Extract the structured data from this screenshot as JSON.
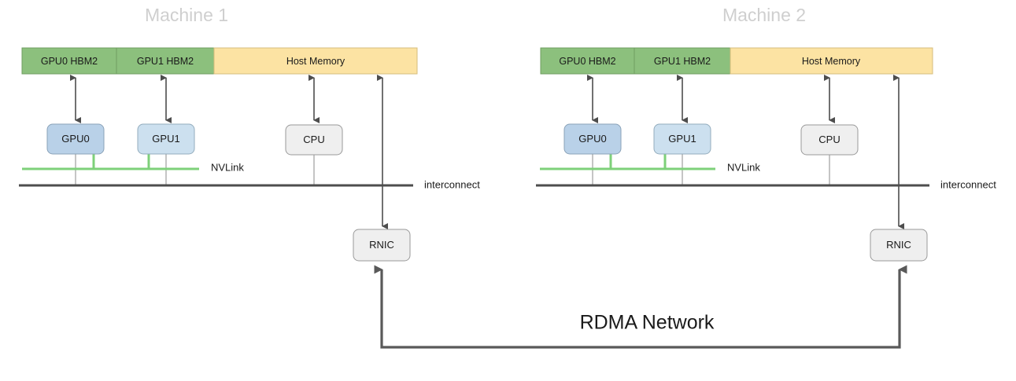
{
  "diagram": {
    "title_hidden": "",
    "network_label": "RDMA Network",
    "colors": {
      "gpu_memory": "#8CC07D",
      "host_memory": "#FCE3A3",
      "gpu0_node": "#B9D1E8",
      "gpu1_node": "#CCE0EF",
      "cpu_node": "#EFEFEF",
      "rnic_node": "#EFEFEF",
      "nvlink": "#7ED07A",
      "interconnect": "#4D4D4D",
      "machine_title": "#CFCFCF",
      "rdma_network": "#595959"
    },
    "machines": [
      {
        "title": "Machine 1",
        "memory_segments": [
          {
            "label": "GPU0 HBM2",
            "kind": "gpu-memory"
          },
          {
            "label": "GPU1 HBM2",
            "kind": "gpu-memory"
          },
          {
            "label": "Host Memory",
            "kind": "host-memory"
          }
        ],
        "nodes": [
          {
            "label": "GPU0",
            "kind": "gpu"
          },
          {
            "label": "GPU1",
            "kind": "gpu"
          },
          {
            "label": "CPU",
            "kind": "cpu"
          },
          {
            "label": "RNIC",
            "kind": "rnic"
          }
        ],
        "bus_labels": {
          "nvlink": "NVLink",
          "interconnect": "interconnect"
        }
      },
      {
        "title": "Machine 2",
        "memory_segments": [
          {
            "label": "GPU0 HBM2",
            "kind": "gpu-memory"
          },
          {
            "label": "GPU1 HBM2",
            "kind": "gpu-memory"
          },
          {
            "label": "Host Memory",
            "kind": "host-memory"
          }
        ],
        "nodes": [
          {
            "label": "GPU0",
            "kind": "gpu"
          },
          {
            "label": "GPU1",
            "kind": "gpu"
          },
          {
            "label": "CPU",
            "kind": "cpu"
          },
          {
            "label": "RNIC",
            "kind": "rnic"
          }
        ],
        "bus_labels": {
          "nvlink": "NVLink",
          "interconnect": "interconnect"
        }
      }
    ]
  }
}
